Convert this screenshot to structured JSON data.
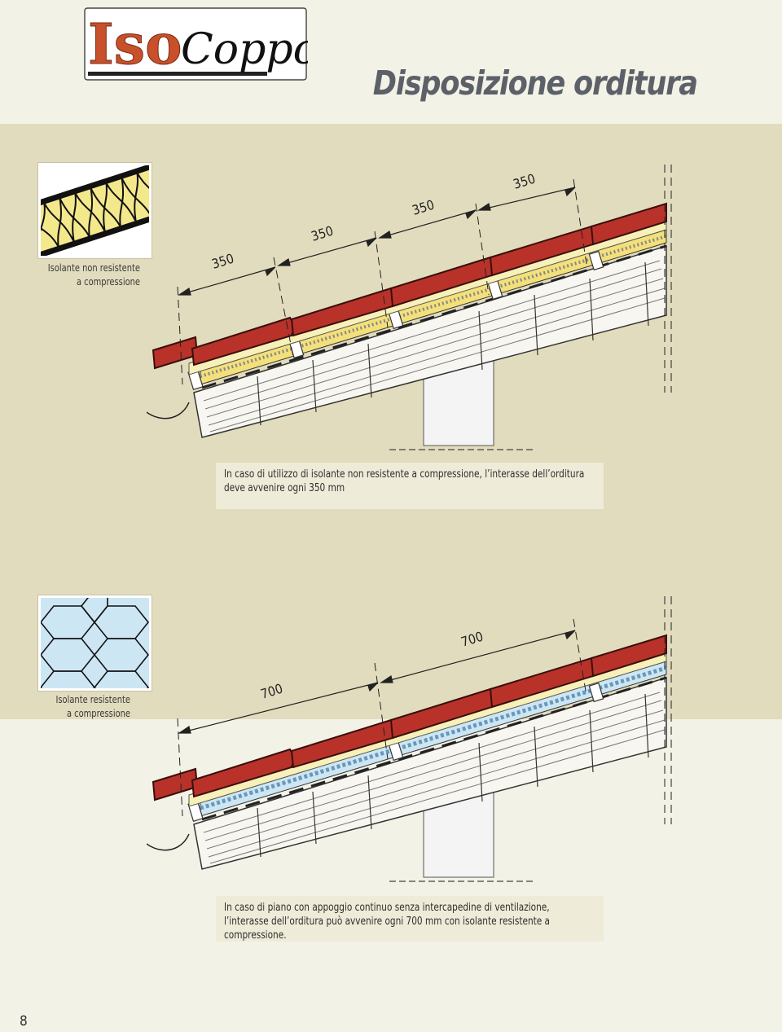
{
  "brand": {
    "iso": "Iso",
    "coppo": "Coppo"
  },
  "page_title": "Disposizione orditura",
  "section1": {
    "swatch_label_line1": "Isolante non resistente",
    "swatch_label_line2": "a compressione",
    "dimensions": [
      "350",
      "350",
      "350",
      "350"
    ],
    "note": "In caso di utilizzo di isolante non resistente a compressione, l’interasse dell’orditura deve avvenire ogni 350 mm"
  },
  "section2": {
    "swatch_label_line1": "Isolante resistente",
    "swatch_label_line2": "a compressione",
    "dimensions": [
      "700",
      "700"
    ],
    "note": "In caso di piano con appoggio continuo senza intercapedine di ventilazione, l’interasse dell’orditura può avvenire ogni 700 mm con isolante resistente a compressione."
  },
  "page_number": "8",
  "colors": {
    "tile_red": "#b8322a",
    "insulation_yellow": "#f5e88a",
    "insulation_blue": "#cde6f4",
    "band_beige": "#e2dcbe",
    "title_gray": "#5c6068",
    "logo_orange": "#c8502a"
  }
}
